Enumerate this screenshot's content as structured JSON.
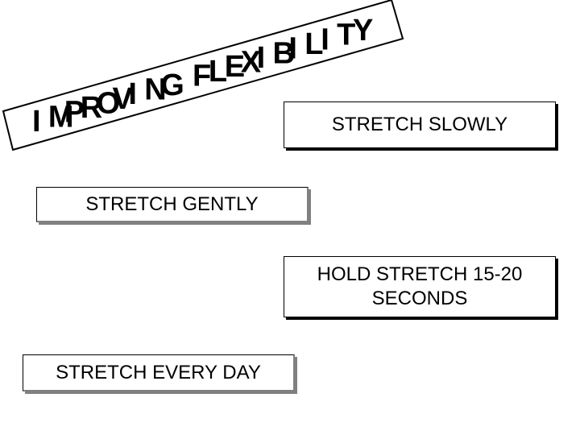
{
  "title": {
    "letters": [
      "I",
      "M",
      "P",
      "R",
      "O",
      "V",
      "I",
      "N",
      "G",
      " ",
      "F",
      "L",
      "E",
      "X",
      "I",
      "B",
      "I",
      "L",
      "I",
      "T",
      "Y"
    ]
  },
  "boxes": {
    "slowly": "STRETCH SLOWLY",
    "gently": "STRETCH GENTLY",
    "hold_line1": "HOLD STRETCH 15-20",
    "hold_line2": "SECONDS",
    "everyday": "STRETCH EVERY DAY"
  }
}
